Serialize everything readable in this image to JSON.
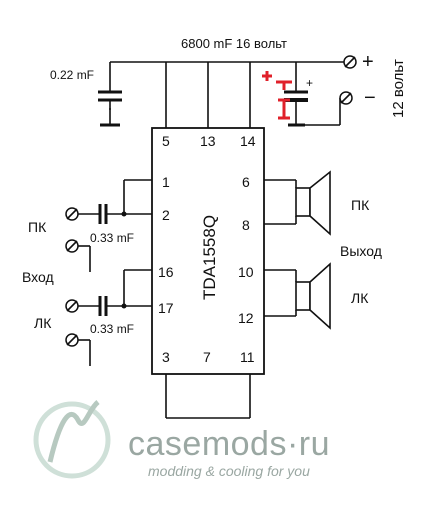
{
  "title_label": "6800 mF 16 вольт",
  "supply": {
    "plus": "+",
    "minus": "−",
    "voltage": "12 вольт"
  },
  "chip": {
    "name": "TDA1558Q"
  },
  "caps": {
    "supply_cap": "0.22 mF",
    "input_cap_pk": "0.33 mF",
    "input_cap_lk": "0.33 mF",
    "elec_plus": "+"
  },
  "pins": {
    "p5": "5",
    "p13": "13",
    "p14": "14",
    "p1": "1",
    "p2": "2",
    "p16": "16",
    "p17": "17",
    "p6": "6",
    "p8": "8",
    "p10": "10",
    "p12": "12",
    "p3": "3",
    "p7": "7",
    "p11": "11"
  },
  "labels": {
    "pk_in": "ПК",
    "vhod": "Вход",
    "lk_in": "ЛК",
    "pk_out": "ПК",
    "vyhod": "Выход",
    "lk_out": "ЛК"
  },
  "red_mark": {
    "plus": "+",
    "bar": "I"
  },
  "watermark": {
    "site": "casemods·ru",
    "tagline": "modding & cooling for you"
  },
  "colors": {
    "ink": "#111111",
    "red": "#e0202a",
    "watermark": "#9aa7a2"
  }
}
